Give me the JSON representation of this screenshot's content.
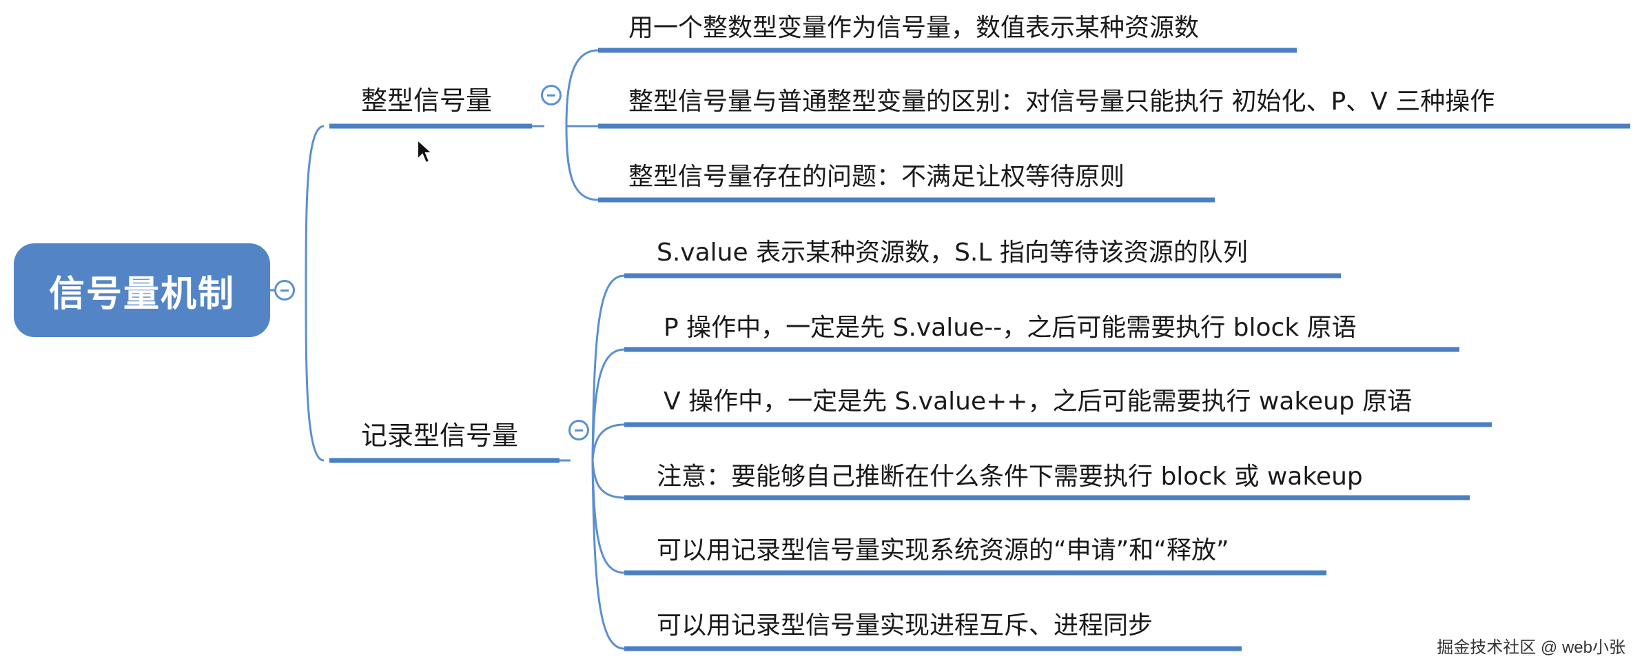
{
  "root": {
    "label": "信号量机制"
  },
  "branches": [
    {
      "label": "整型信号量",
      "items": [
        "用一个整数型变量作为信号量，数值表示某种资源数",
        "整型信号量与普通整型变量的区别：对信号量只能执行 初始化、P、V 三种操作",
        "整型信号量存在的问题：不满足让权等待原则"
      ]
    },
    {
      "label": "记录型信号量",
      "items": [
        "S.value 表示某种资源数，S.L 指向等待该资源的队列",
        "P 操作中，一定是先 S.value--，之后可能需要执行 block 原语",
        "V 操作中，一定是先 S.value++，之后可能需要执行 wakeup 原语",
        "注意：要能够自己推断在什么条件下需要执行 block 或 wakeup",
        "可以用记录型信号量实现系统资源的“申请”和“释放”",
        "可以用记录型信号量实现进程互斥、进程同步"
      ]
    }
  ],
  "watermark": "掘金技术社区 @ web小张",
  "colors": {
    "root_fill": "#5384c6",
    "line": "#5b8fd1",
    "underline": "#4a7fc3"
  },
  "icons": {
    "collapse": "minus-circle-icon",
    "cursor": "mouse-pointer-icon"
  }
}
